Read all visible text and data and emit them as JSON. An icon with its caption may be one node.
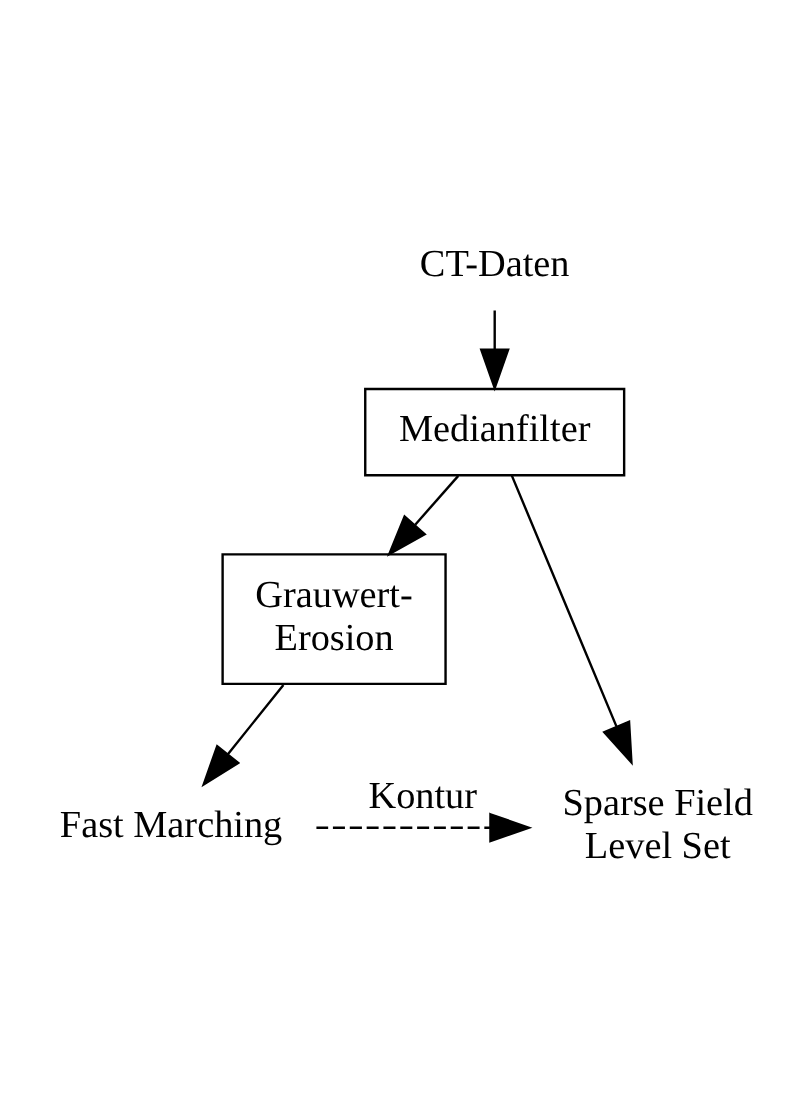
{
  "diagram": {
    "nodes": [
      {
        "text": [
          "CT-Daten"
        ]
      },
      {
        "text": [
          "Medianfilter"
        ]
      },
      {
        "text": [
          "Grauwert- Erosion"
        ]
      },
      {
        "text": [
          "Fast Marching"
        ]
      },
      {
        "text": [
          "Sparse Field Level Set"
        ]
      }
    ],
    "edges": [
      {
        "from": 0,
        "to": 1,
        "arrow": "to"
      },
      {
        "from": 1,
        "to": 2,
        "arrow": "to"
      },
      {
        "from": 2,
        "to": 3,
        "arrow": "to"
      },
      {
        "from": 1,
        "to": 4,
        "arrow": "to"
      },
      {
        "from": 3,
        "to": 4,
        "arrow": "to",
        "label": "Kontur",
        "style": "dashed"
      }
    ]
  }
}
